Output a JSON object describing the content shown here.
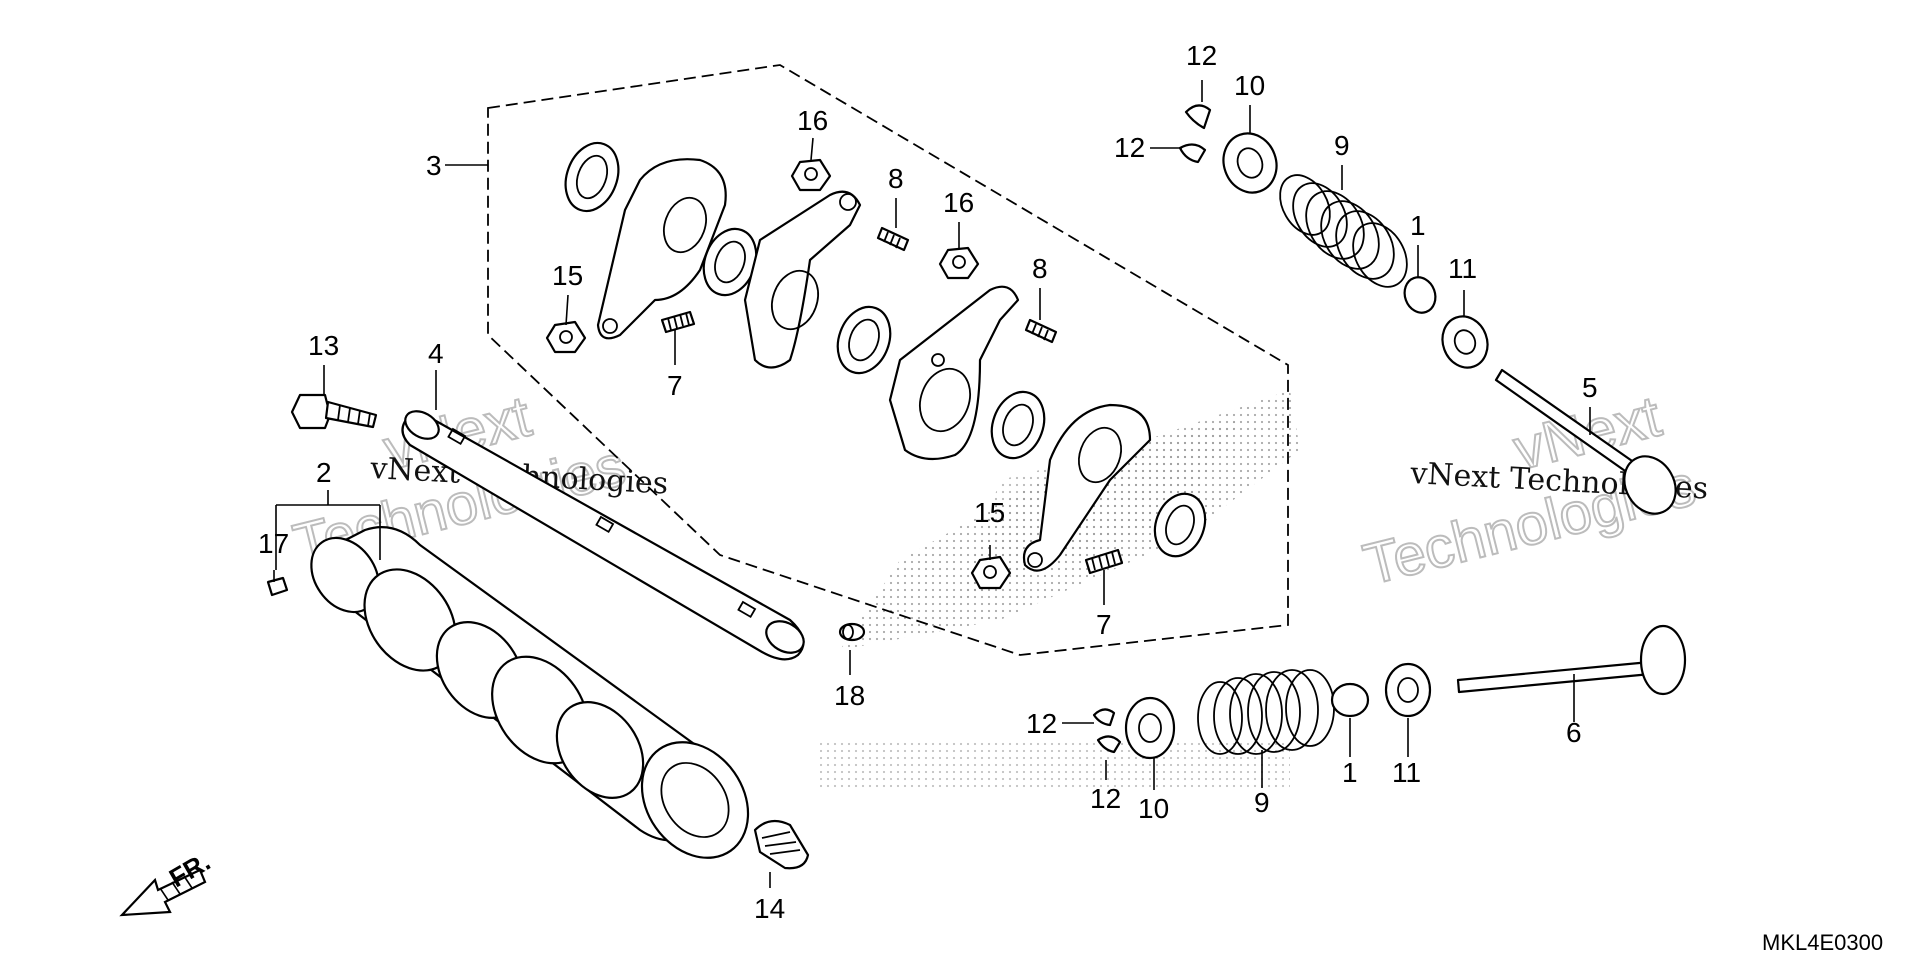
{
  "diagram_code": "MKL4E0300",
  "direction_label": "FR.",
  "watermark": {
    "line": "vNext Technologies",
    "ghost_top": "vNext",
    "ghost_bottom": "Technologies"
  },
  "callouts": {
    "c1a": "1",
    "c1b": "1",
    "c2": "2",
    "c3": "3",
    "c4": "4",
    "c5": "5",
    "c6": "6",
    "c7a": "7",
    "c7b": "7",
    "c8a": "8",
    "c8b": "8",
    "c9a": "9",
    "c9b": "9",
    "c10a": "10",
    "c10b": "10",
    "c11a": "11",
    "c11b": "11",
    "c12a": "12",
    "c12b": "12",
    "c12c": "12",
    "c12d": "12",
    "c13": "13",
    "c14": "14",
    "c15a": "15",
    "c15b": "15",
    "c16a": "16",
    "c16b": "16",
    "c17": "17",
    "c18": "18"
  }
}
